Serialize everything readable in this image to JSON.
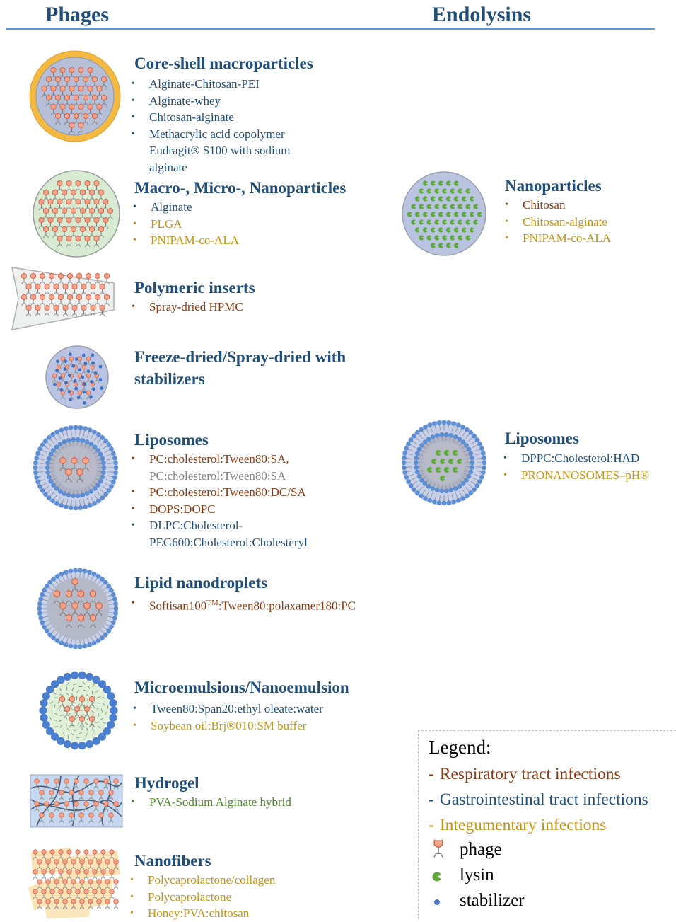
{
  "header": {
    "left": "Phages",
    "right": "Endolysins"
  },
  "colors": {
    "respiratory": "#8b3a12",
    "gastrointestinal": "#1f4e79",
    "integumentary": "#c49414",
    "green": "#4e8a2e",
    "gray": "#808080"
  },
  "phages": {
    "core_shell": {
      "title": "Core-shell macroparticles",
      "items": [
        "Alginate-Chitosan-PEI",
        "Alginate-whey",
        "Chitosan-alginate",
        "Methacrylic acid copolymer",
        "Eudragit® S100 with sodium",
        "alginate"
      ]
    },
    "macro_micro": {
      "title": "Macro-, Micro-, Nanoparticles",
      "items": [
        "Alginate",
        "PLGA",
        "PNIPAM-co-ALA"
      ]
    },
    "polymeric_inserts": {
      "title": "Polymeric inserts",
      "items": [
        "Spray-dried HPMC"
      ]
    },
    "freeze_dried": {
      "title_line1": "Freeze-dried/Spray-dried with",
      "title_line2": "stabilizers"
    },
    "liposomes": {
      "title": "Liposomes",
      "items": [
        "PC:cholesterol:Tween80:SA,",
        "PC:cholesterol:Tween80:SA",
        "PC:cholesterol:Tween80:DC/SA",
        "DOPS:DOPC",
        "DLPC:Cholesterol-",
        "PEG600:Cholesterol:Cholesteryl"
      ]
    },
    "lipid_nanodroplets": {
      "title": "Lipid nanodroplets",
      "item_prefix": "Softisan100",
      "item_sup": "TM",
      "item_suffix": ":Tween80:polaxamer180:PC"
    },
    "microemulsions": {
      "title": "Microemulsions/Nanoemulsion",
      "items": [
        "Tween80:Span20:ethyl oleate:water",
        "Soybean oil:Brj®010:SM buffer"
      ]
    },
    "hydrogel": {
      "title": "Hydrogel",
      "items": [
        "PVA-Sodium Alginate hybrid"
      ]
    },
    "nanofibers": {
      "title": "Nanofibers",
      "items": [
        "Polycaprolactone/collagen",
        "Polycaprolactone",
        "Honey:PVA:chitosan"
      ]
    }
  },
  "endolysins": {
    "nanoparticles": {
      "title": "Nanoparticles",
      "items": [
        "Chitosan",
        "Chitosan-alginate",
        "PNIPAM-co-ALA"
      ]
    },
    "liposomes": {
      "title": "Liposomes",
      "items": [
        "DPPC:Cholesterol:HAD",
        "PRONANOSOMES–pH®"
      ]
    }
  },
  "legend": {
    "title": "Legend:",
    "dash": "-",
    "respiratory": "Respiratory tract infections",
    "gastrointestinal": "Gastrointestinal tract infections",
    "integumentary": "Integumentary infections",
    "phage": "phage",
    "lysin": "lysin",
    "stabilizer": "stabilizer"
  }
}
